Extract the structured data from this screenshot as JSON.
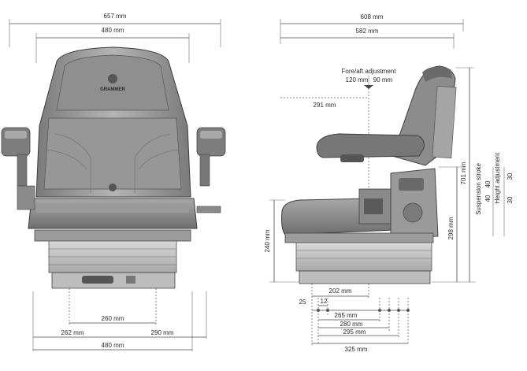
{
  "front_view": {
    "dims": {
      "overall_width": "657 mm",
      "backrest_width": "480 mm",
      "rail_span": "260 mm",
      "left_offset": "262 mm",
      "right_offset": "290 mm",
      "base_width": "480 mm"
    },
    "logo_text": "GRAMMER"
  },
  "side_view": {
    "dims": {
      "overall_depth": "608 mm",
      "cushion_depth": "582 mm",
      "fore_aft_label": "Fore/aft adjustment",
      "fore_aft_back": "120 mm",
      "fore_aft_front": "90 mm",
      "backrest_offset": "291 mm",
      "overall_height": "701 mm",
      "min_height": "240 mm",
      "base_height": "298 mm",
      "suspension_stroke_label": "Suspension stroke",
      "suspension_a": "40",
      "suspension_b": "40",
      "height_adjustment_label": "Height adjustment",
      "height_a": "30",
      "height_b": "30",
      "rail_depth": "202 mm",
      "hole_a": "25",
      "hole_b": "12",
      "pitch_265": "265 mm",
      "pitch_280": "280 mm",
      "pitch_295": "295 mm",
      "pitch_325": "325 mm"
    }
  },
  "colors": {
    "seat_dark": "#5a5a5a",
    "seat_mid": "#8c8c8c",
    "seat_light": "#c9c9c9",
    "line": "#4a4a4a"
  }
}
